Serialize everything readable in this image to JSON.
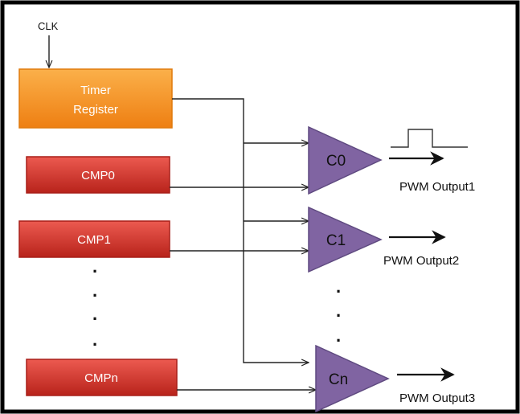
{
  "clock": {
    "label": "CLK"
  },
  "timer": {
    "line1": "Timer",
    "line2": "Register"
  },
  "compare_registers": [
    {
      "label": "CMP0"
    },
    {
      "label": "CMP1"
    },
    {
      "label": "CMPn"
    }
  ],
  "ellipsis": ".",
  "comparators": [
    {
      "label": "C0",
      "output": "PWM Output1"
    },
    {
      "label": "C1",
      "output": "PWM Output2"
    },
    {
      "label": "Cn",
      "output": "PWM Output3"
    }
  ],
  "colors": {
    "timer_fill": "#f7931e",
    "timer_stroke": "#e07a0c",
    "cmp_fill": "#d9342b",
    "cmp_stroke": "#a81f18",
    "comparator_fill": "#8064a2",
    "comparator_stroke": "#5f4a80",
    "border": "#000000"
  },
  "icons": [
    "arrow-icon",
    "pulse-waveform-icon"
  ]
}
